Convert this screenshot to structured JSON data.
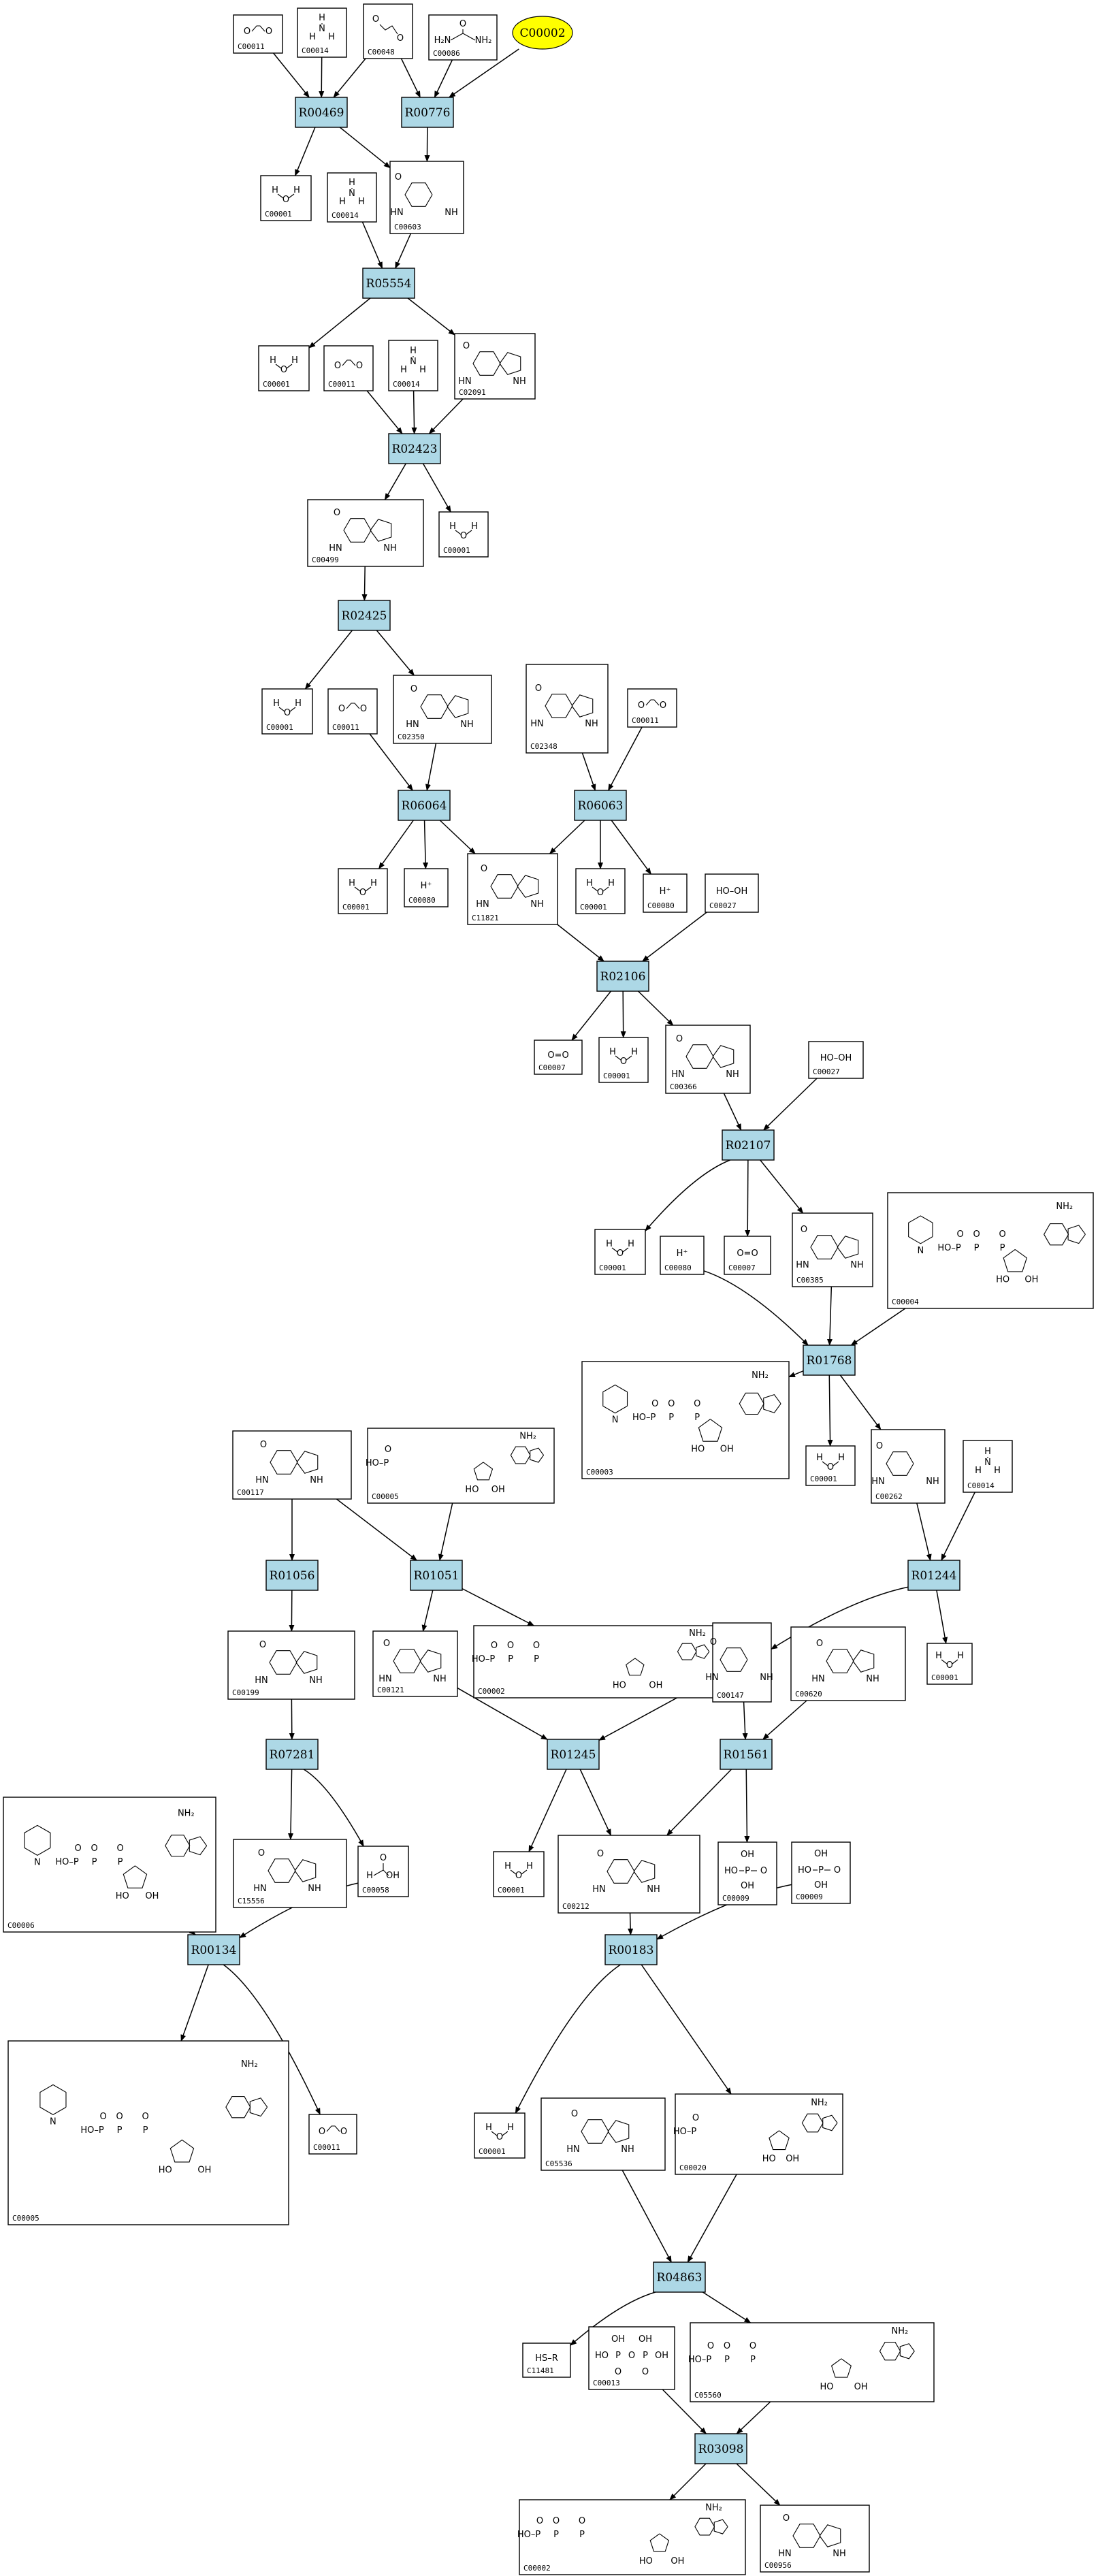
{
  "target": {
    "label": "C00002"
  },
  "reactions": [
    {
      "id": "r1",
      "label": "R00469"
    },
    {
      "id": "r2",
      "label": "R00776"
    },
    {
      "id": "r3",
      "label": "R05554"
    },
    {
      "id": "r4",
      "label": "R02423"
    },
    {
      "id": "r5",
      "label": "R02425"
    },
    {
      "id": "r6",
      "label": "R06064"
    },
    {
      "id": "r7",
      "label": "R06063"
    },
    {
      "id": "r8",
      "label": "R02106"
    },
    {
      "id": "r9",
      "label": "R02107"
    },
    {
      "id": "r10",
      "label": "R01768"
    },
    {
      "id": "r11",
      "label": "R01056"
    },
    {
      "id": "r12",
      "label": "R01051"
    },
    {
      "id": "r13",
      "label": "R01244"
    },
    {
      "id": "r14",
      "label": "R07281"
    },
    {
      "id": "r15",
      "label": "R01245"
    },
    {
      "id": "r16",
      "label": "R01561"
    },
    {
      "id": "r17",
      "label": "R00134"
    },
    {
      "id": "r18",
      "label": "R00183"
    },
    {
      "id": "r19",
      "label": "R04863"
    },
    {
      "id": "r20",
      "label": "R03098"
    }
  ],
  "compounds": [
    {
      "id": "c1",
      "label": "C00011",
      "structure": "O=C=O"
    },
    {
      "id": "c2",
      "label": "C00014",
      "structure": "NH3"
    },
    {
      "id": "c3",
      "label": "C00048",
      "structure": "OHC-COOH"
    },
    {
      "id": "c4",
      "label": "C00086",
      "structure": "H2N-CO-NH2"
    },
    {
      "id": "c5",
      "label": "C00001",
      "structure": "H2O"
    },
    {
      "id": "c6",
      "label": "C00014",
      "structure": "NH3"
    },
    {
      "id": "c7",
      "label": "C00603",
      "structure": "HO-CH(COOH)-NH-CO-NH2"
    },
    {
      "id": "c8",
      "label": "C00001",
      "structure": "H2O"
    },
    {
      "id": "c9",
      "label": "C00011",
      "structure": "O=C=O"
    },
    {
      "id": "c10",
      "label": "C00014",
      "structure": "NH3"
    },
    {
      "id": "c11",
      "label": "C02091",
      "structure": "H2N-CO-NH-CH(COOH)-NH-CO-NH2"
    },
    {
      "id": "c12",
      "label": "C00499",
      "structure": "(H2N-CO-NH)2CH-COOH"
    },
    {
      "id": "c13",
      "label": "C00001",
      "structure": "H2O"
    },
    {
      "id": "c14",
      "label": "C00001",
      "structure": "H2O"
    },
    {
      "id": "c15",
      "label": "C00011",
      "structure": "O=C=O"
    },
    {
      "id": "c16",
      "label": "C02350",
      "structure": "allantoin"
    },
    {
      "id": "c17",
      "label": "C02348",
      "structure": "ureidoglycine-ring"
    },
    {
      "id": "c18",
      "label": "C00011",
      "structure": "O=C=O"
    },
    {
      "id": "c19",
      "label": "C00001",
      "structure": "H2O"
    },
    {
      "id": "c20",
      "label": "C00080",
      "structure": "H+"
    },
    {
      "id": "c21",
      "label": "C11821",
      "structure": "hydroxyisourate"
    },
    {
      "id": "c22",
      "label": "C00001",
      "structure": "H2O"
    },
    {
      "id": "c23",
      "label": "C00080",
      "structure": "H+"
    },
    {
      "id": "c24",
      "label": "C00027",
      "structure": "HO-OH"
    },
    {
      "id": "c25",
      "label": "C00007",
      "structure": "O=O"
    },
    {
      "id": "c26",
      "label": "C00001",
      "structure": "H2O"
    },
    {
      "id": "c27",
      "label": "C00366",
      "structure": "urate"
    },
    {
      "id": "c28",
      "label": "C00027",
      "structure": "HO-OH"
    },
    {
      "id": "c29",
      "label": "C00001",
      "structure": "H2O"
    },
    {
      "id": "c30",
      "label": "C00080",
      "structure": "H+"
    },
    {
      "id": "c31",
      "label": "C00007",
      "structure": "O=O"
    },
    {
      "id": "c32",
      "label": "C00385",
      "structure": "xanthine"
    },
    {
      "id": "c33",
      "label": "C00004",
      "structure": "NADH"
    },
    {
      "id": "c34",
      "label": "C00003",
      "structure": "NAD+"
    },
    {
      "id": "c35",
      "label": "C00001",
      "structure": "H2O"
    },
    {
      "id": "c36",
      "label": "C00262",
      "structure": "hypoxanthine"
    },
    {
      "id": "c37",
      "label": "C00014",
      "structure": "NH3"
    },
    {
      "id": "c38",
      "label": "C00117",
      "structure": "ribose-5-phosphate"
    },
    {
      "id": "c39",
      "label": "C00005",
      "structure": "AMP-like"
    },
    {
      "id": "c40",
      "label": "C00199",
      "structure": "ribulose-5-phosphate"
    },
    {
      "id": "c41",
      "label": "C00121",
      "structure": "ribose"
    },
    {
      "id": "c42",
      "label": "C00002",
      "structure": "ATP"
    },
    {
      "id": "c43",
      "label": "C00147",
      "structure": "adenine"
    },
    {
      "id": "c44",
      "label": "C00620",
      "structure": "ribose-1-phosphate"
    },
    {
      "id": "c45",
      "label": "C00001",
      "structure": "H2O"
    },
    {
      "id": "c46",
      "label": "C15556",
      "structure": "hydroxy-oxobutyl-phosphate"
    },
    {
      "id": "c47",
      "label": "C00058",
      "structure": "HCOOH"
    },
    {
      "id": "c48",
      "label": "C00006",
      "structure": "NADP+"
    },
    {
      "id": "c49",
      "label": "C00001",
      "structure": "H2O"
    },
    {
      "id": "c50",
      "label": "C00212",
      "structure": "adenosine"
    },
    {
      "id": "c51",
      "label": "C00009",
      "structure": "H3PO4"
    },
    {
      "id": "c52",
      "label": "C00009",
      "structure": "H3PO4"
    },
    {
      "id": "c53",
      "label": "C00005",
      "structure": "NADPH"
    },
    {
      "id": "c54",
      "label": "C00011",
      "structure": "O=C=O"
    },
    {
      "id": "c55",
      "label": "C00001",
      "structure": "H2O"
    },
    {
      "id": "c56",
      "label": "C05536",
      "structure": "acyl-thio-amino-acid"
    },
    {
      "id": "c57",
      "label": "C00020",
      "structure": "AMP"
    },
    {
      "id": "c58",
      "label": "C11481",
      "structure": "HS-R"
    },
    {
      "id": "c59",
      "label": "C00013",
      "structure": "pyrophosphate"
    },
    {
      "id": "c60",
      "label": "C05560",
      "structure": "aminoadipyl-adenylate"
    },
    {
      "id": "c61",
      "label": "C00002",
      "structure": "ATP"
    },
    {
      "id": "c62",
      "label": "C00956",
      "structure": "2-aminoadipate"
    }
  ]
}
